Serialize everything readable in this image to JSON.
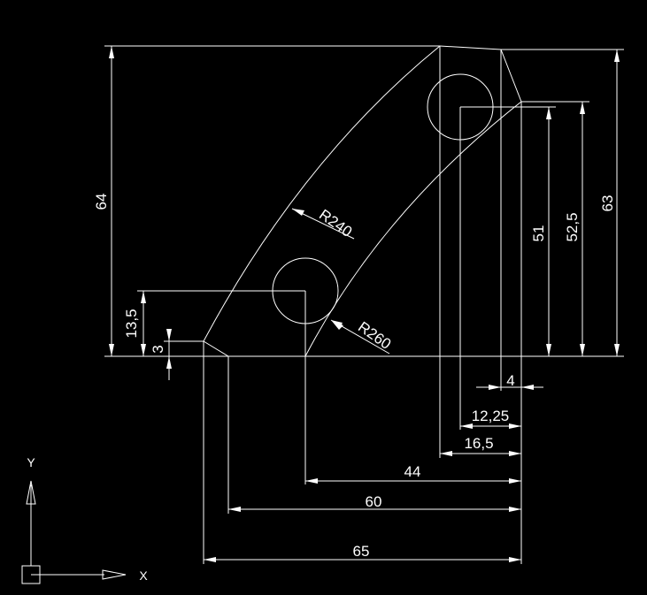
{
  "drawing": {
    "background": "#000000",
    "line_color": "#ffffff",
    "dimensions": {
      "height_total": "64",
      "height_right": "63",
      "height_52_5": "52,5",
      "height_51": "51",
      "height_13_5": "13,5",
      "height_3": "3",
      "width_4": "4",
      "width_12_25": "12,25",
      "width_16_5": "16,5",
      "width_44": "44",
      "width_60": "60",
      "width_65": "65",
      "radius_outer": "R240",
      "radius_inner": "R260"
    },
    "ucs": {
      "x_label": "X",
      "y_label": "Y"
    }
  }
}
